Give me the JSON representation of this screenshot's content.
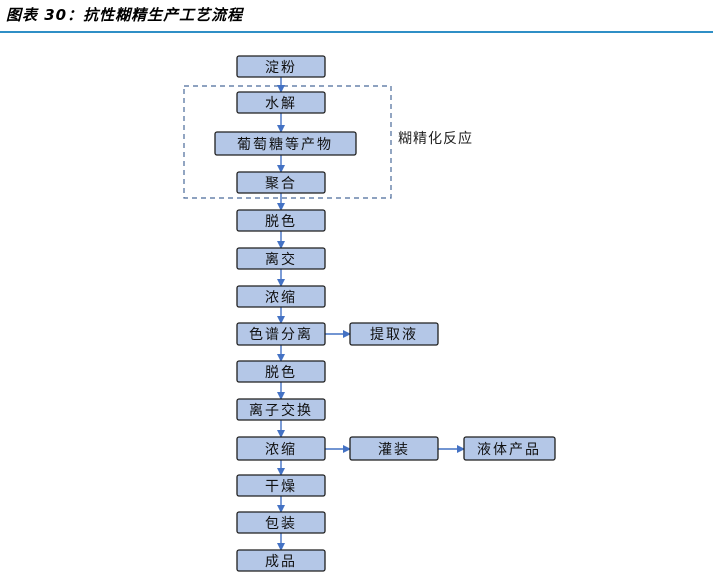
{
  "header": {
    "title": "图表 30：抗性糊精生产工艺流程"
  },
  "group_label": "糊精化反应",
  "nodes": {
    "n1": "淀粉",
    "n2": "水解",
    "n3": "葡萄糖等产物",
    "n4": "聚合",
    "n5": "脱色",
    "n6": "离交",
    "n7": "浓缩",
    "n8": "色谱分离",
    "n9": "提取液",
    "n10": "脱色",
    "n11": "离子交换",
    "n12": "浓缩",
    "n13": "灌装",
    "n14": "液体产品",
    "n15": "干燥",
    "n16": "包装",
    "n17": "成品"
  },
  "colors": {
    "node_fill": "#b4c7e7",
    "edge": "#4472c4",
    "rule": "#2f8fc6"
  }
}
